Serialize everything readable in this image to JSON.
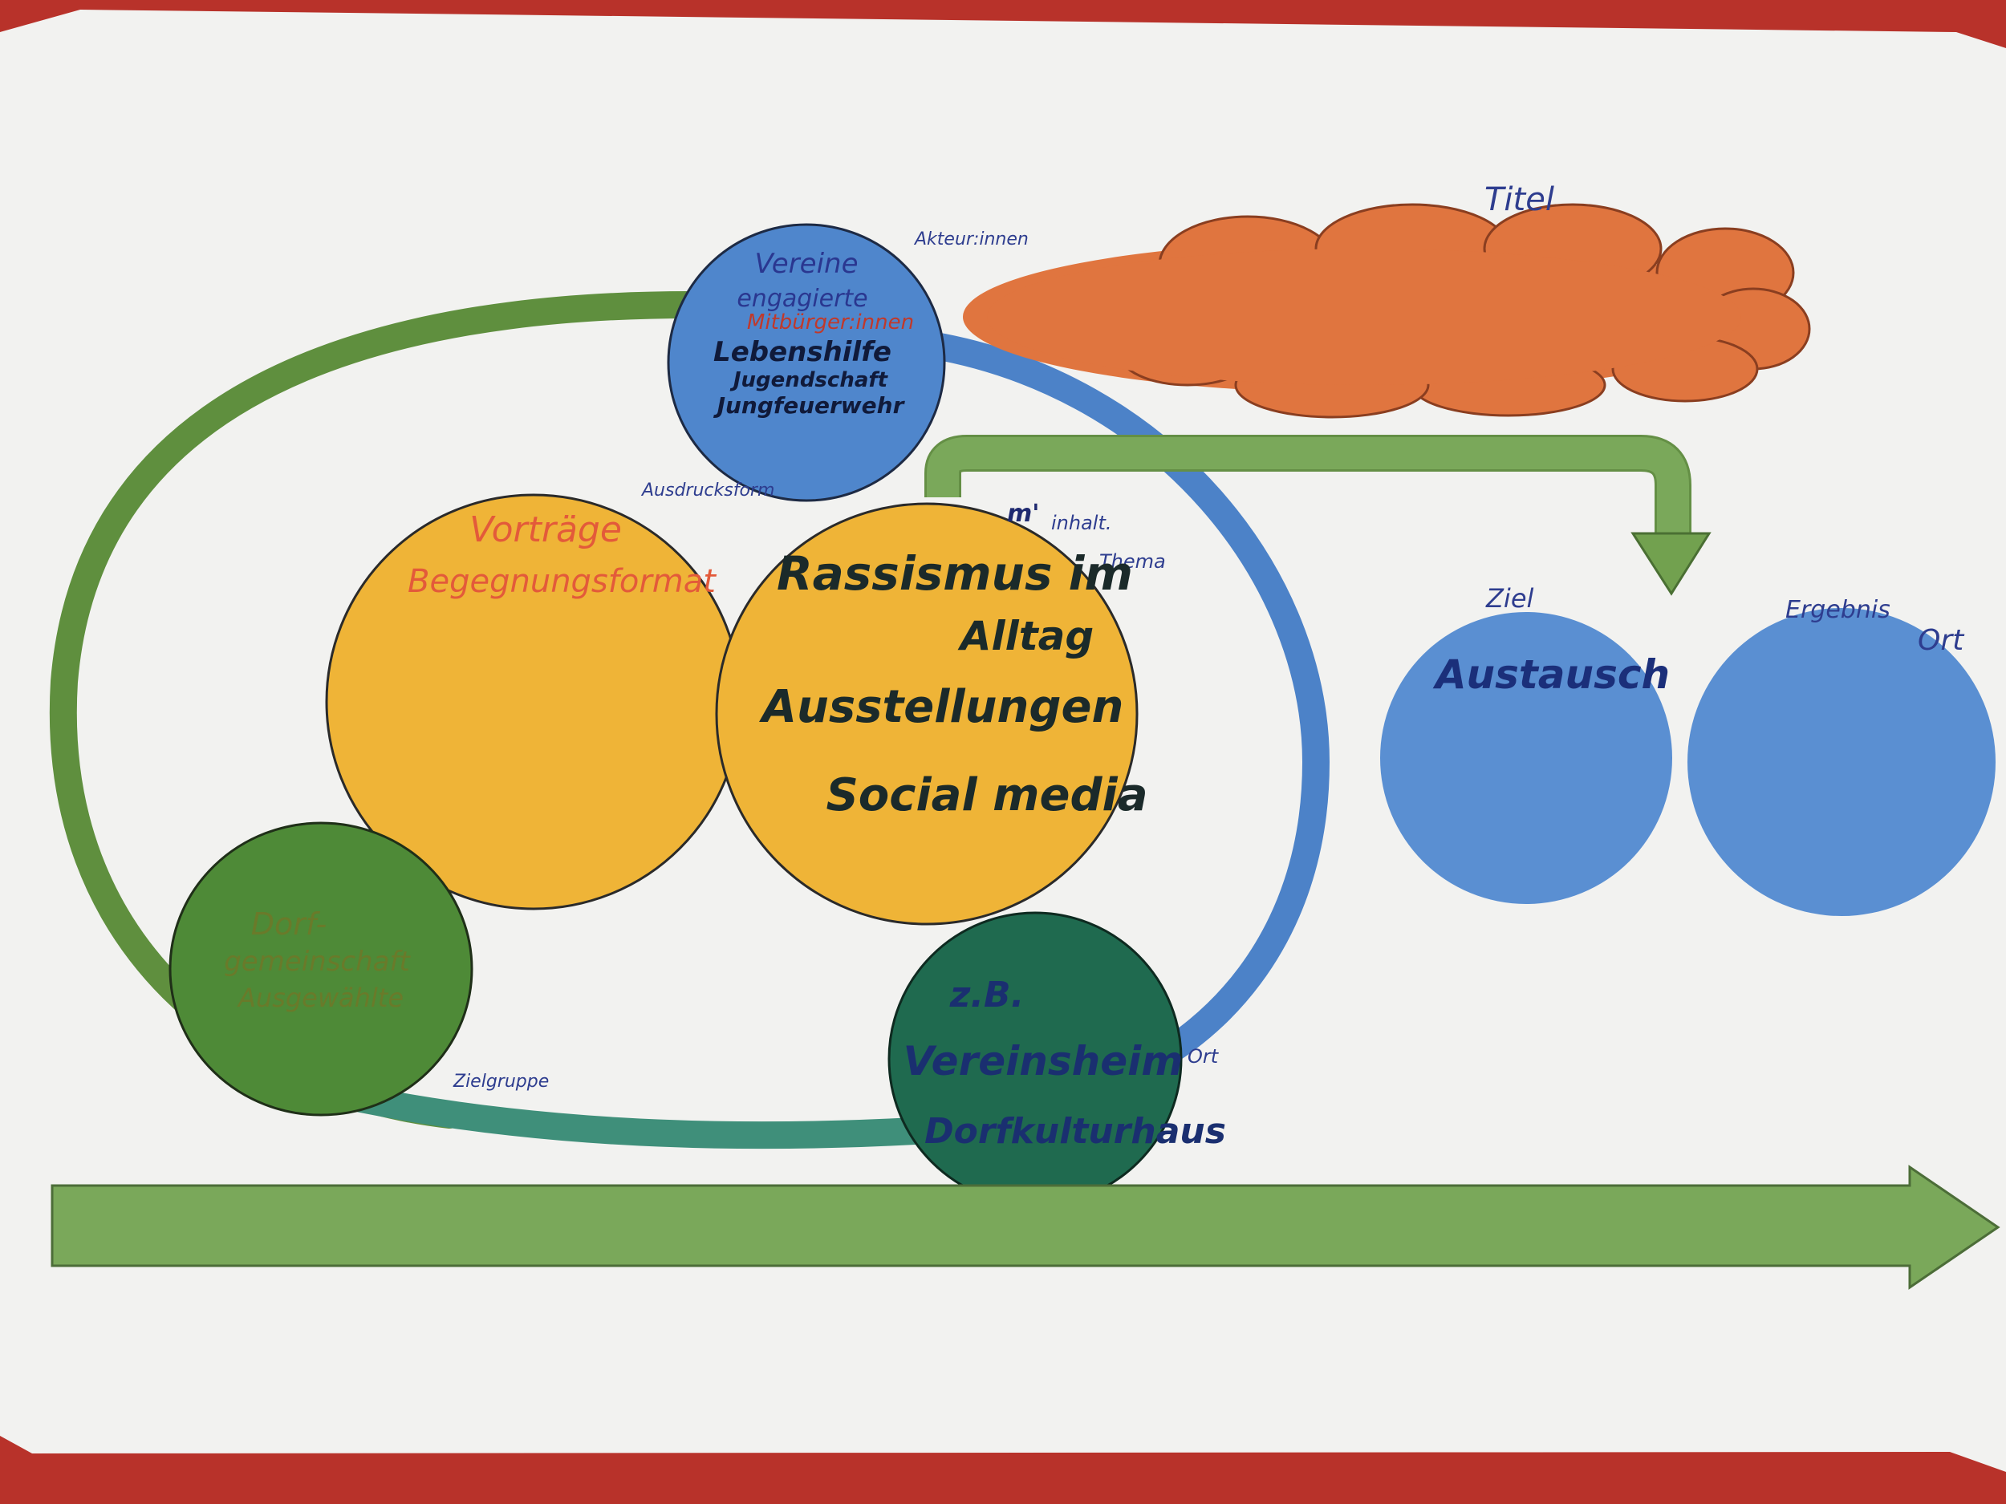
{
  "colors": {
    "table_red": "#b8322a",
    "paper": "#f3f3f1",
    "orange_cloud": "#e0753f",
    "yellow": "#efb437",
    "blue_circle": "#4f86cc",
    "light_blue": "#5a8fd2",
    "green_ring": "#5f8f3e",
    "blue_ring": "#4c82c8",
    "green_circle": "#4e8a37",
    "teal_circle": "#1f6a4f",
    "arrow_green": "#72a14f",
    "bottom_arrow": "#7aa85a",
    "ink_blue": "#2c3a8c",
    "ink_dark": "#1b2a3a",
    "ink_red": "#e35a3a"
  },
  "labels": {
    "titel": "Titel",
    "akteurinnen": "Akteur:innen",
    "ausdrucksform": "Ausdrucksform",
    "inhalt_thema": "inhalt.",
    "inhalt_thema_2": "Thema",
    "ziel": "Ziel",
    "ergebnis": "Ergebnis",
    "ort": "Ort",
    "ort_small": "Ort",
    "zielgruppe": "Zielgruppe",
    "m_mark": "m'"
  },
  "nodes": {
    "akteure": {
      "line1": "Vereine",
      "line2": "engagierte",
      "line3": "Mitbürger:innen",
      "line4": "Lebenshilfe",
      "line5": "Jugendschaft",
      "line6": "Jungfeuerwehr"
    },
    "ausdrucksform": {
      "line1": "Vorträge",
      "line2": "Begegnungsformat"
    },
    "thema": {
      "line1": "Rassismus im",
      "line2": "Alltag",
      "line3": "Ausstellungen",
      "line4": "Social media"
    },
    "zielgruppe": {
      "line1": "Dorf-",
      "line2": "gemeinschaft",
      "line3": "Ausgewählte"
    },
    "ort": {
      "line1": "z.B.",
      "line2": "Vereinsheim",
      "line3": "Dorfkulturhaus"
    },
    "ziel": {
      "line1": "Austausch"
    }
  }
}
